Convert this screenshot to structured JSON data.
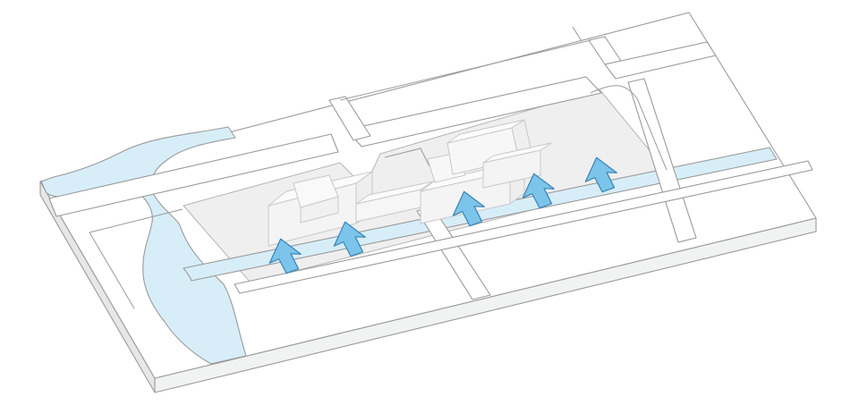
{
  "colors": {
    "background": "#ffffff",
    "base_top": "#ffffff",
    "base_side_front": "#f1f2f2",
    "base_side_left": "#e6e7e8",
    "outline": "#9a9a9a",
    "site_plot": "#efefef",
    "water": "#d7eef8",
    "building": "#f4f4f4",
    "building_roof": "#fbfbfb",
    "building_edge": "#c8c8c8",
    "arrow_fill": "#7cc4ea",
    "arrow_stroke": "#3a84b8"
  },
  "icons": {
    "arrow": "up-arrow-icon"
  },
  "arrows": [
    {
      "name": "arrow-1",
      "direction": "north"
    },
    {
      "name": "arrow-2",
      "direction": "north"
    },
    {
      "name": "arrow-3",
      "direction": "north"
    },
    {
      "name": "arrow-4",
      "direction": "north"
    },
    {
      "name": "arrow-5",
      "direction": "north"
    }
  ]
}
